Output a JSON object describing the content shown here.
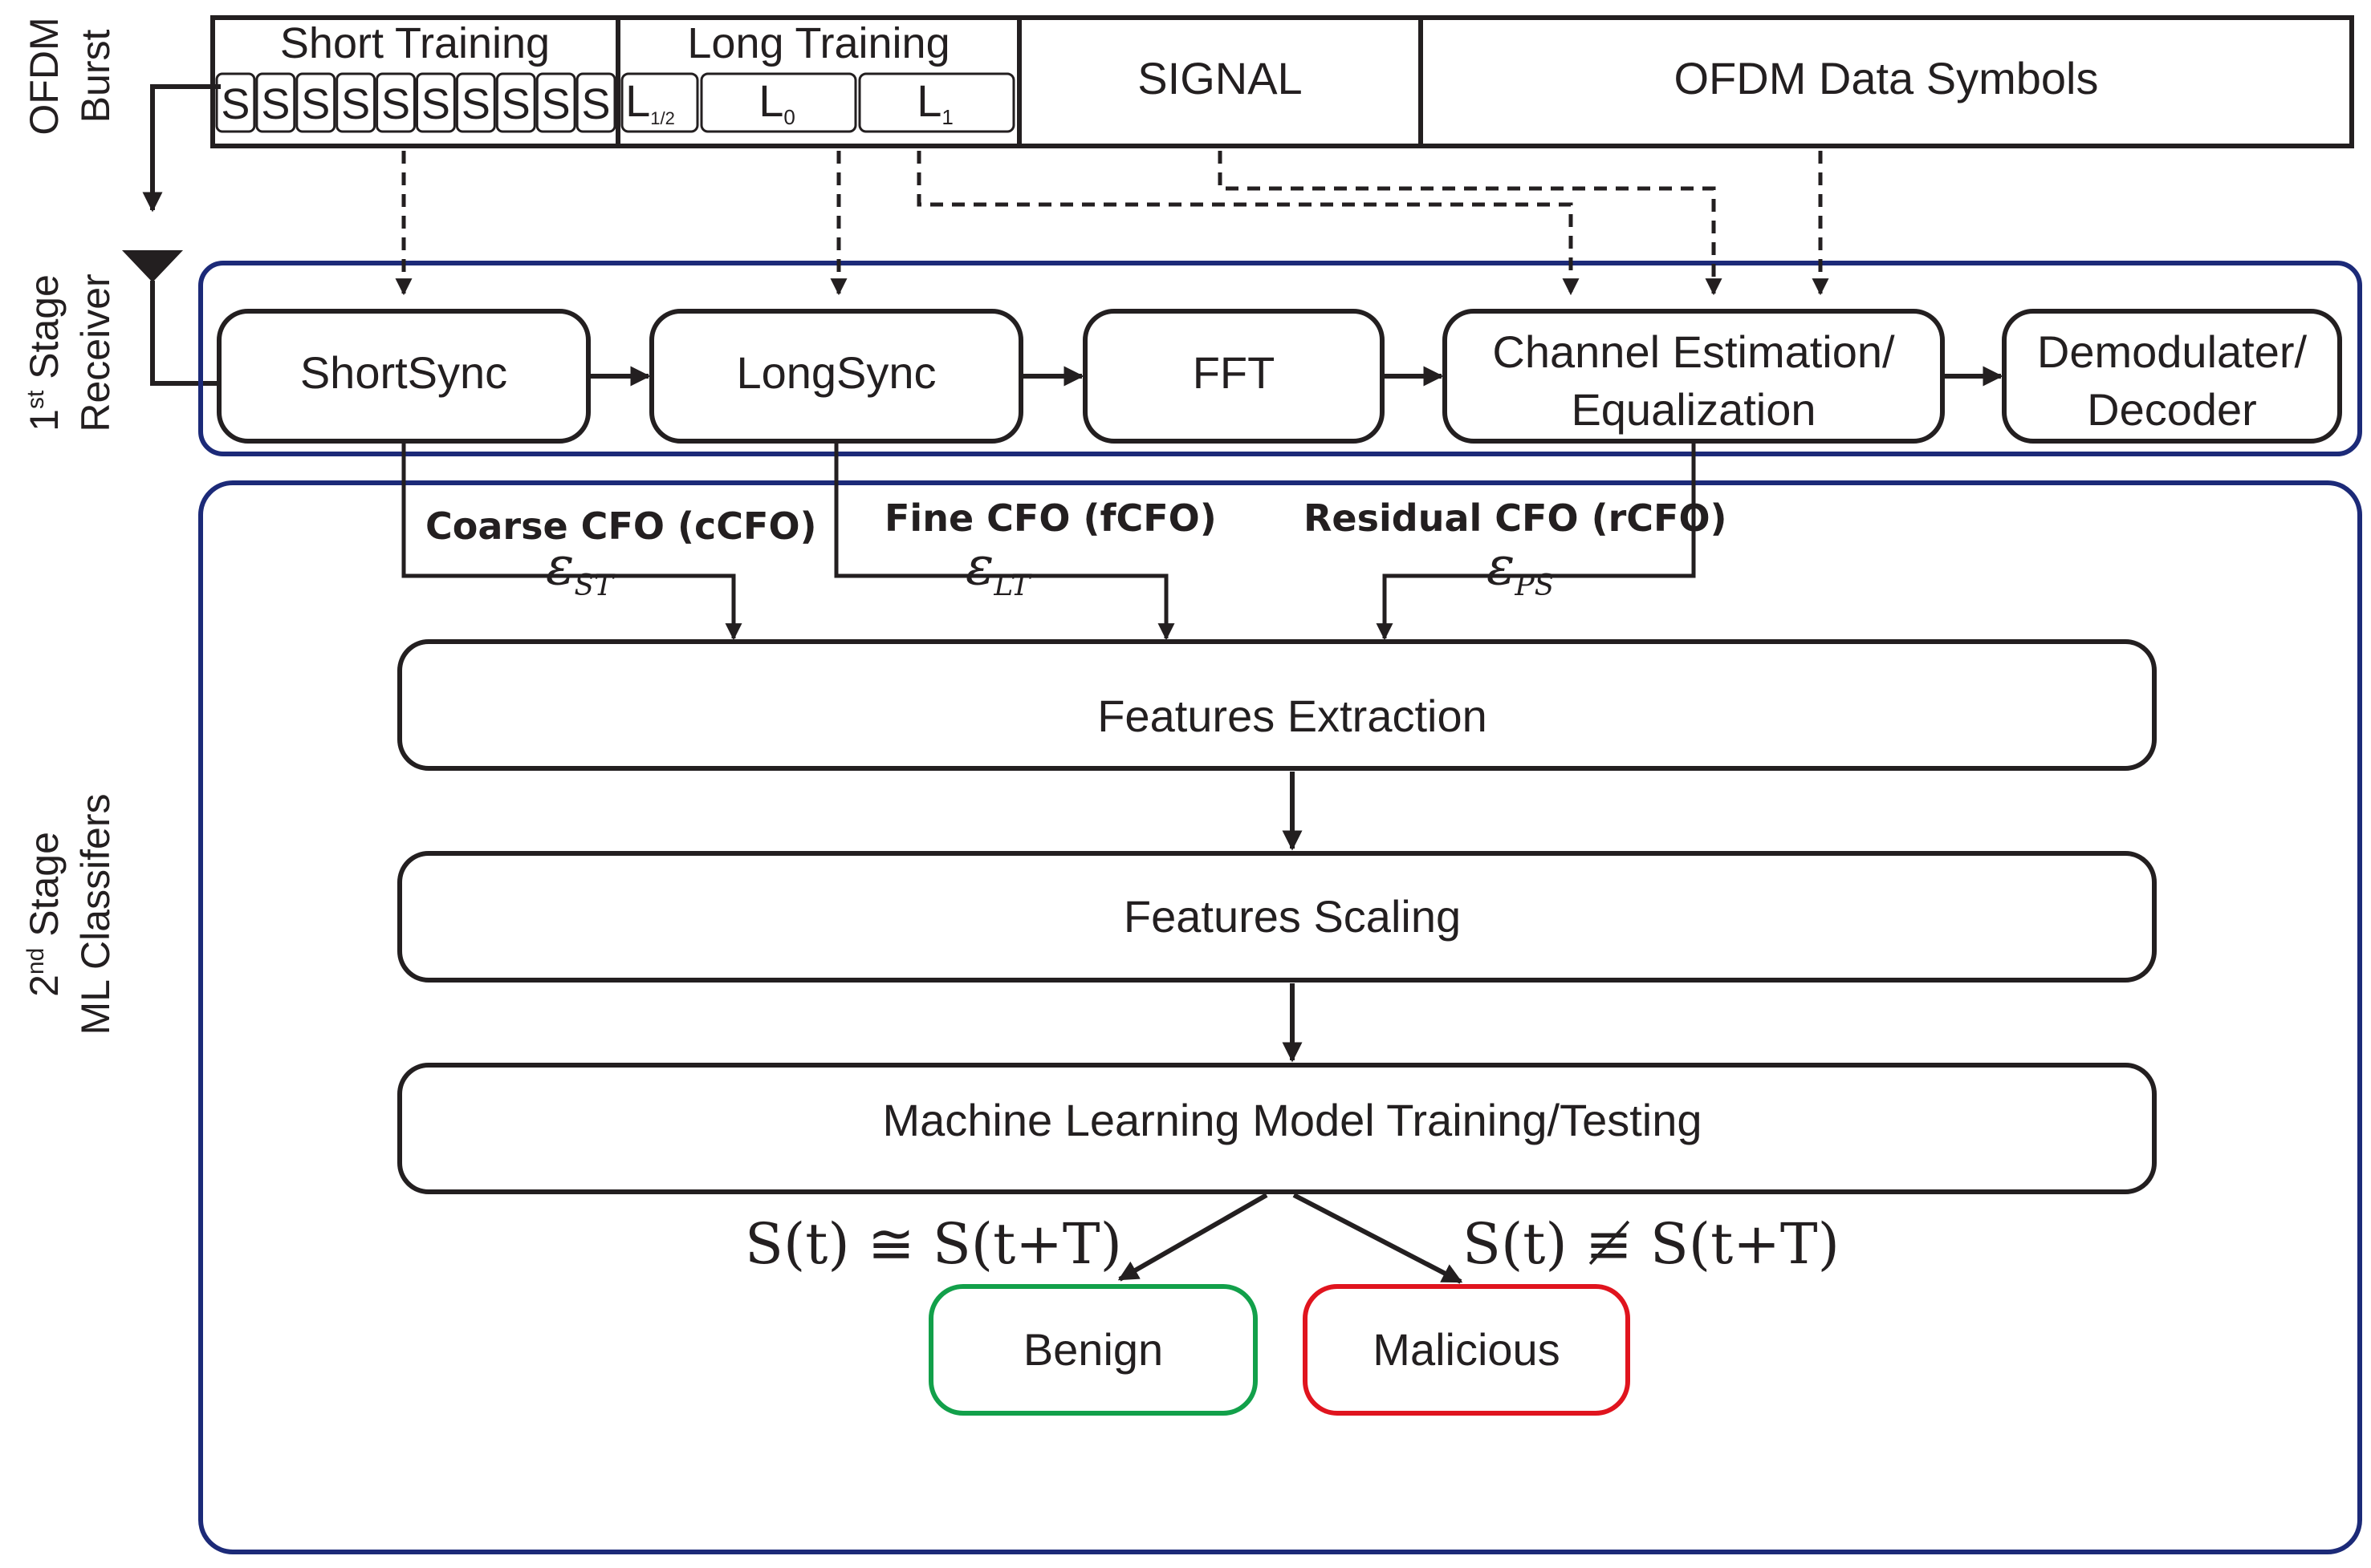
{
  "side_labels": {
    "ofdm_burst": [
      "OFDM",
      "Burst"
    ],
    "stage1": {
      "num": "1",
      "sup": "st",
      "word": "Stage",
      "line2": "Receiver"
    },
    "stage2": {
      "num": "2",
      "sup": "nd",
      "word": "Stage",
      "line2": "ML Classifers"
    }
  },
  "burst": {
    "short_training": {
      "label": "Short Training",
      "symbols": [
        "S",
        "S",
        "S",
        "S",
        "S",
        "S",
        "S",
        "S",
        "S",
        "S"
      ]
    },
    "long_training": {
      "label": "Long Training",
      "l_half": {
        "main": "L",
        "sub": "1/2"
      },
      "l0": {
        "main": "L",
        "sub": "0"
      },
      "l1": {
        "main": "L",
        "sub": "1"
      }
    },
    "signal": "SIGNAL",
    "data_symbols": "OFDM Data Symbols"
  },
  "receiver": {
    "short_sync": "ShortSync",
    "long_sync": "LongSync",
    "fft": "FFT",
    "channel_line1": "Channel Estimation/",
    "channel_line2": "Equalization",
    "demod_line1": "Demodulater/",
    "demod_line2": "Decoder"
  },
  "cfo": {
    "coarse": {
      "label": "Coarse CFO (cCFO)",
      "eps": "ε",
      "sub": "ST"
    },
    "fine": {
      "label": "Fine CFO (fCFO)",
      "eps": "ε",
      "sub": "LT"
    },
    "residual": {
      "label": "Residual CFO (rCFO)",
      "eps": "ε",
      "sub": "PS"
    }
  },
  "ml": {
    "features_extraction": "Features Extraction",
    "features_scaling": "Features Scaling",
    "model": "Machine Learning Model Training/Testing"
  },
  "outcomes": {
    "benign_condition": "S(t) ≅ S(t+T)",
    "malicious_condition": "S(t) ≢ S(t+T)",
    "benign": "Benign",
    "malicious": "Malicious"
  },
  "colors": {
    "stroke": "#231f20",
    "stage_border": "#1c2a78",
    "benign": "#12a04a",
    "malicious": "#e0141e"
  }
}
